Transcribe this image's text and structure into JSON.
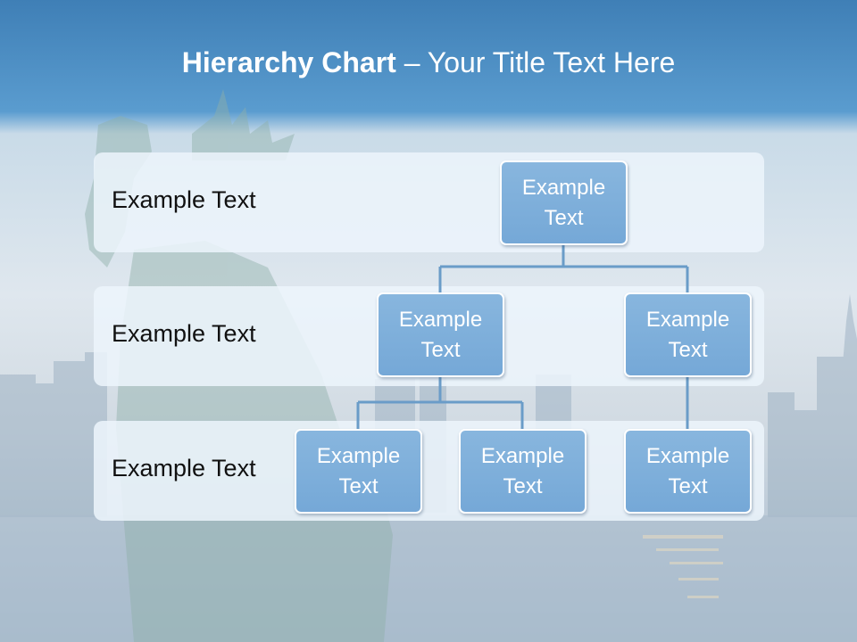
{
  "title": {
    "bold_part": "Hierarchy Chart",
    "rest": "– Your Title Text Here"
  },
  "bands": [
    {
      "label": "Example Text"
    },
    {
      "label": "Example Text"
    },
    {
      "label": "Example Text"
    }
  ],
  "nodes": {
    "root": "Example\nText",
    "level2_left": "Example\nText",
    "level2_right": "Example\nText",
    "level3_a": "Example\nText",
    "level3_b": "Example\nText",
    "level3_c": "Example\nText"
  },
  "colors": {
    "node_fill": "#7bafd9",
    "connector": "#6a9cc8",
    "header": "#4a8cc4"
  }
}
